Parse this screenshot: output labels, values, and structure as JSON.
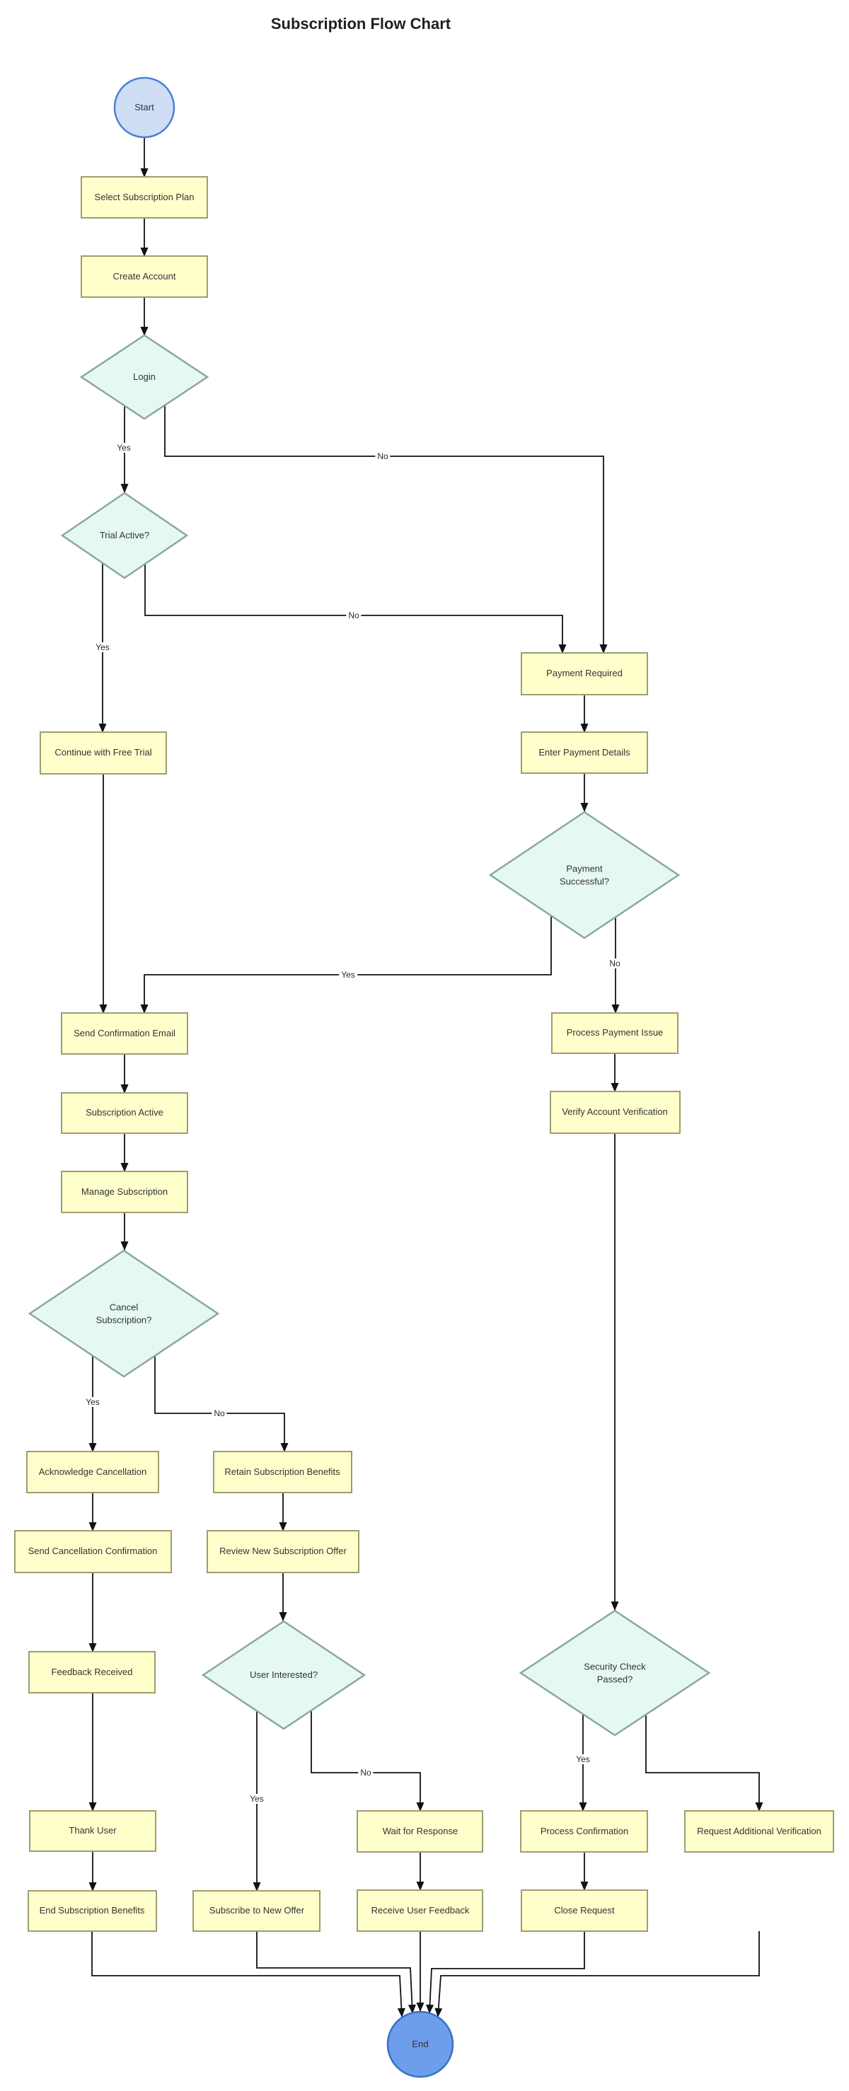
{
  "title": "Subscription Flow Chart",
  "nodes": {
    "start": "Start",
    "select_subscription_plan": "Select Subscription Plan",
    "create_account": "Create Account",
    "login": "Login",
    "trial_active": "Trial Active?",
    "payment_required": "Payment Required",
    "enter_payment_details": "Enter Payment Details",
    "payment_successful": "Payment Successful?",
    "continue_with_free_trial": "Continue with Free Trial",
    "send_confirmation_email": "Send Confirmation Email",
    "subscription_active": "Subscription Active",
    "manage_subscription": "Manage Subscription",
    "process_payment_issue": "Process Payment Issue",
    "verify_account_verification": "Verify Account Verification",
    "cancel_subscription": "Cancel Subscription?",
    "acknowledge_cancellation": "Acknowledge Cancellation",
    "send_cancellation_confirmation": "Send Cancellation Confirmation",
    "feedback_received": "Feedback Received",
    "retain_subscription_benefits": "Retain Subscription Benefits",
    "review_new_subscription_offer": "Review New Subscription Offer",
    "user_interested": "User Interested?",
    "thank_user": "Thank User",
    "end_subscription_benefits": "End Subscription Benefits",
    "subscribe_to_new_offer": "Subscribe to New Offer",
    "wait_for_response": "Wait for Response",
    "receive_user_feedback": "Receive User Feedback",
    "security_check_passed": "Security Check Passed?",
    "process_confirmation": "Process Confirmation",
    "request_additional_verification": "Request Additional Verification",
    "close_request": "Close Request",
    "end": "End"
  },
  "edge_labels": {
    "login_yes": "Yes",
    "login_no": "No",
    "trial_yes": "Yes",
    "trial_no": "No",
    "payment_yes": "Yes",
    "payment_no": "No",
    "cancel_yes": "Yes",
    "cancel_no": "No",
    "user_yes": "Yes",
    "user_no": "No",
    "security_yes": "Yes"
  },
  "colors": {
    "process_fill": "#ffffcc",
    "process_border": "#9e9e6e",
    "decision_fill": "#e6f9f1",
    "decision_border": "#8ba89a",
    "start_fill": "#cfdef5",
    "start_border": "#4a80d4",
    "end_fill": "#6d9eeb",
    "end_border": "#3a6fc4",
    "edge_color": "#121212"
  }
}
